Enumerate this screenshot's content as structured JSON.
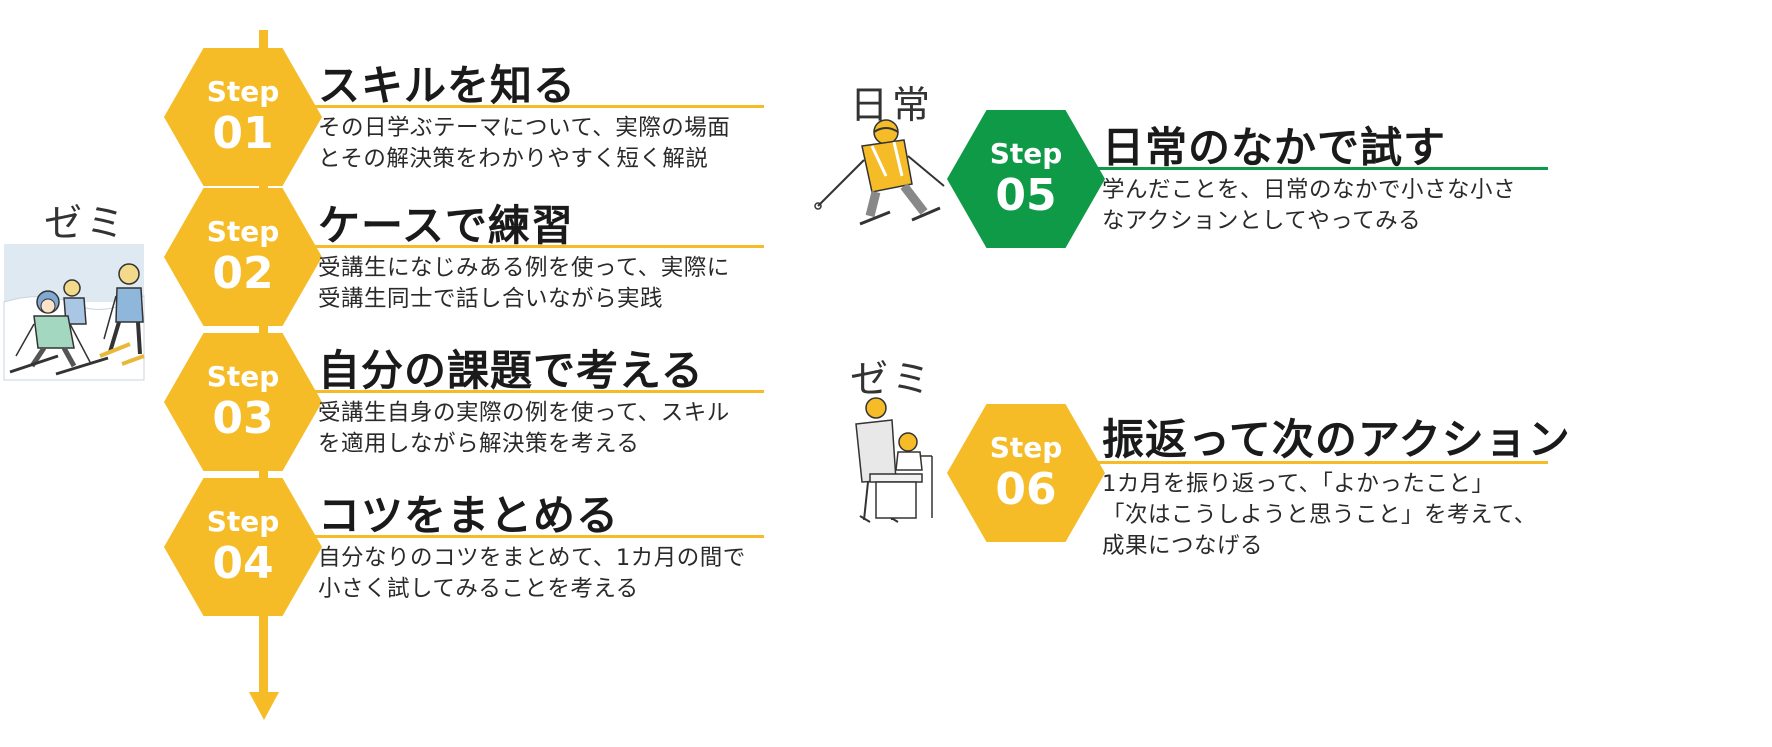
{
  "left_group": {
    "label": "ゼミ"
  },
  "right_groups": [
    {
      "label": "日常"
    },
    {
      "label": "ゼミ"
    }
  ],
  "steps": [
    {
      "label": "Step",
      "number": "01",
      "title": "スキルを知る",
      "desc1": "その日学ぶテーマについて、実際の場面",
      "desc2": "とその解決策をわかりやすく短く解説",
      "color": "#F5BC27"
    },
    {
      "label": "Step",
      "number": "02",
      "title": "ケースで練習",
      "desc1": "受講生になじみある例を使って、実際に",
      "desc2": "受講生同士で話し合いながら実践",
      "color": "#F5BC27"
    },
    {
      "label": "Step",
      "number": "03",
      "title": "自分の課題で考える",
      "desc1": "受講生自身の実際の例を使って、スキル",
      "desc2": "を適用しながら解決策を考える",
      "color": "#F5BC27"
    },
    {
      "label": "Step",
      "number": "04",
      "title": "コツをまとめる",
      "desc1": "自分なりのコツをまとめて、1カ月の間で",
      "desc2": "小さく試してみることを考える",
      "color": "#F5BC27"
    },
    {
      "label": "Step",
      "number": "05",
      "title": "日常のなかで試す",
      "desc1": "学んだことを、日常のなかで小さな小さ",
      "desc2": "なアクションとしてやってみる",
      "color": "#0E9A47"
    },
    {
      "label": "Step",
      "number": "06",
      "title": "振返って次のアクション",
      "desc1": "1カ月を振り返って、「よかったこと」",
      "desc2": "「次はこうしようと思うこと」を考えて、",
      "desc3": "成果につなげる",
      "color": "#F5BC27"
    }
  ]
}
